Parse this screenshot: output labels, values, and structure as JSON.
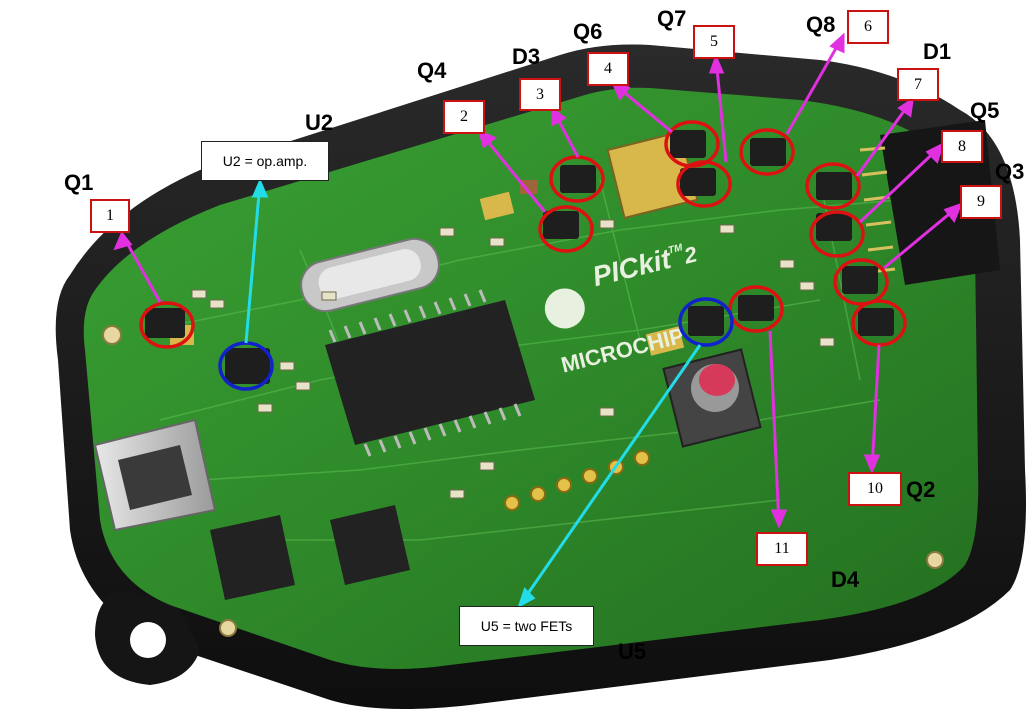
{
  "board": {
    "brand_text": "PICkit",
    "brand_super": "TM",
    "brand_model": "2",
    "maker_text": "MICROCHIP",
    "colors": {
      "pcb": "#2f8a2a",
      "case": "#1c1c1c",
      "marker_red": "#dd1111",
      "marker_blue": "#1122cc",
      "arrow_magenta": "#e030e0",
      "arrow_cyan": "#22dde8"
    }
  },
  "callouts": [
    {
      "id": "1",
      "designator": "Q1"
    },
    {
      "id": "2",
      "designator": "Q4"
    },
    {
      "id": "3",
      "designator": "D3"
    },
    {
      "id": "4",
      "designator": "Q6"
    },
    {
      "id": "5",
      "designator": "Q7"
    },
    {
      "id": "6",
      "designator": "Q8"
    },
    {
      "id": "7",
      "designator": "D1"
    },
    {
      "id": "8",
      "designator": "Q5"
    },
    {
      "id": "9",
      "designator": "Q3"
    },
    {
      "id": "10",
      "designator": "Q2"
    },
    {
      "id": "11",
      "designator": "D4"
    }
  ],
  "notes": {
    "u2": {
      "designator": "U2",
      "text": "U2 = op.amp."
    },
    "u5": {
      "designator": "U5",
      "text": "U5 = two FETs"
    }
  }
}
